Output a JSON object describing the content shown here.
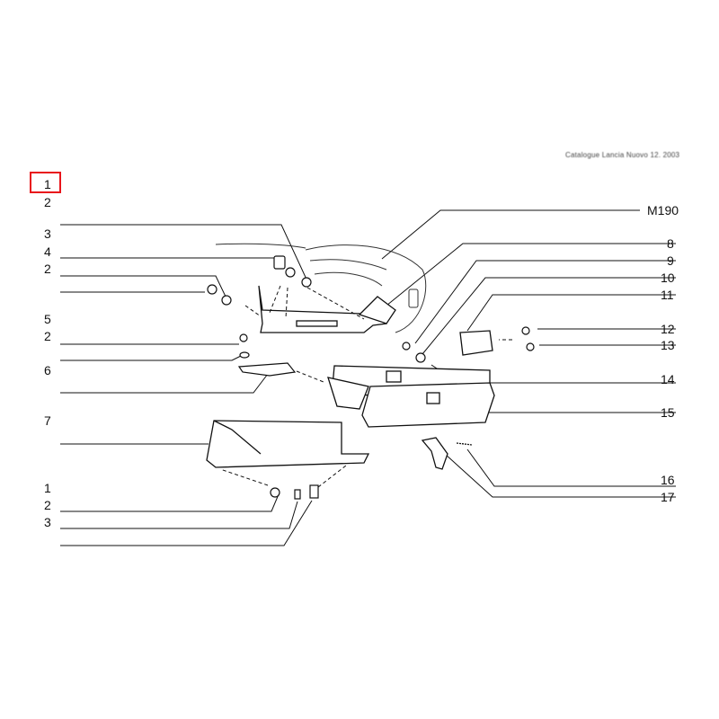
{
  "header_text": "Catalogue Lancia Nuovo 12. 2003",
  "diagram_code": "M190",
  "selection_color": "#e8141b",
  "selected_label": "1",
  "left_labels": [
    "1",
    "2",
    "3",
    "4",
    "2",
    "5",
    "2",
    "6",
    "7",
    "1",
    "2",
    "3"
  ],
  "right_labels": [
    "8",
    "9",
    "10",
    "11",
    "12",
    "13",
    "14",
    "15",
    "16",
    "17"
  ]
}
